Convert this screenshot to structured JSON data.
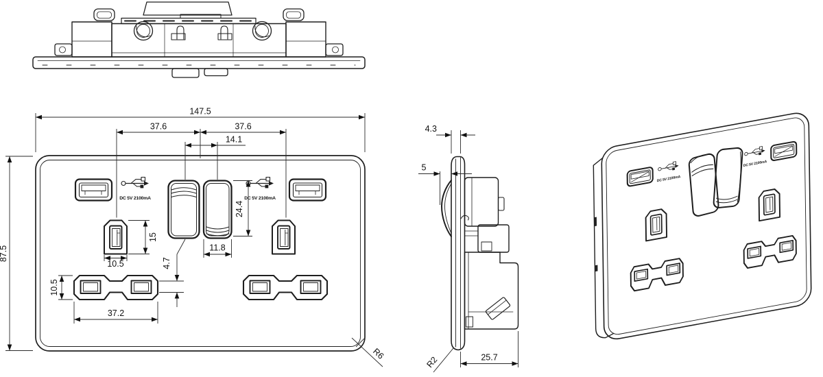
{
  "drawing": {
    "usb_rating": "DC 5V 2100mA",
    "front": {
      "overall_width": "147.5",
      "overall_height": "87.5",
      "switch_offset_left": "37.6",
      "switch_offset_right": "37.6",
      "switch_spacing": "14.1",
      "rocker_height": "24.4",
      "rocker_width": "11.8",
      "earth_aperture_height": "15",
      "earth_aperture_width": "10.5",
      "aperture_waist": "4.7",
      "recess_height": "10.5",
      "recess_width": "37.2",
      "corner_radius": "R6"
    },
    "side": {
      "plate_thickness": "4.3",
      "rocker_projection": "5",
      "mounting_depth": "25.7",
      "corner_radius": "R2"
    }
  }
}
